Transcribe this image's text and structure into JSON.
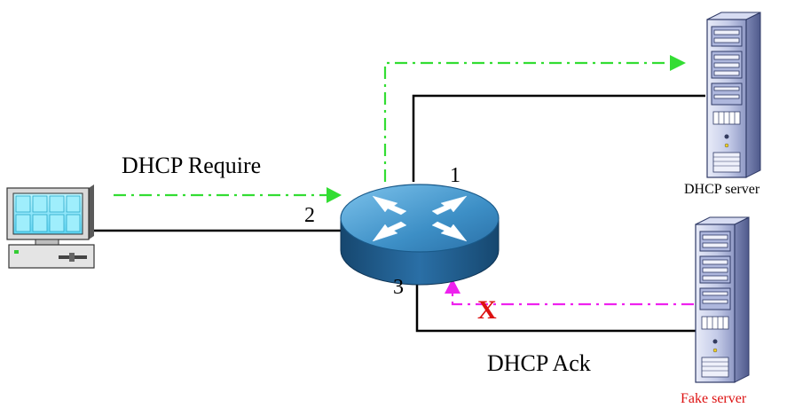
{
  "labels": {
    "dhcp_require": "DHCP Require",
    "dhcp_ack": "DHCP Ack",
    "dhcp_server": "DHCP server",
    "fake_server": "Fake server",
    "port_1": "1",
    "port_2": "2",
    "port_3": "3",
    "blocked_mark": "X"
  },
  "colors": {
    "legit_flow": "#33dd33",
    "fake_flow": "#ee22ee",
    "fake_label": "#dd1111",
    "blocked_mark": "#dd1111",
    "link": "#000000",
    "router_top": "#3d8fc6",
    "router_side": "#1f5f93"
  },
  "icons": {
    "client": "desktop-computer-icon",
    "router": "router-icon",
    "dhcp_server": "tower-server-icon",
    "fake_server": "tower-server-icon"
  }
}
